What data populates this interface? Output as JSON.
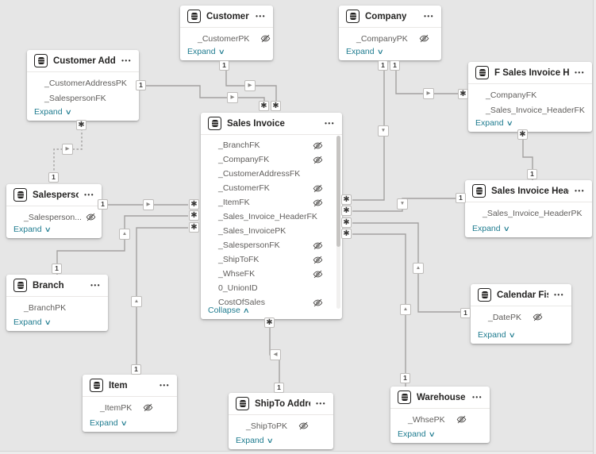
{
  "glyphs": {
    "one": "1",
    "many": "✱",
    "arrow_right": "▶",
    "arrow_left": "◀",
    "arrow_up": "▲",
    "arrow_down": "▼",
    "more": "•••",
    "chevron_down": "∨",
    "chevron_up": "∧"
  },
  "colors": {
    "canvas_bg": "#e6e6e6",
    "card_bg": "#ffffff",
    "accent_link": "#1e7b8f",
    "relationship_line": "#a3a1a0",
    "title_text": "#252423",
    "field_text": "#605e5c"
  },
  "icons": {
    "table_icon": "table-icon",
    "hidden_field_icon": "eye-off-icon"
  },
  "tables": [
    {
      "title": "Customer",
      "footer_label": "Expand",
      "fields": [
        {
          "name": "_CustomerPK",
          "hidden": true
        }
      ]
    },
    {
      "title": "Company",
      "footer_label": "Expand",
      "fields": [
        {
          "name": "_CompanyPK",
          "hidden": true
        }
      ]
    },
    {
      "title": "Customer Address",
      "footer_label": "Expand",
      "fields": [
        {
          "name": "_CustomerAddressPK",
          "hidden": false
        },
        {
          "name": "_SalespersonFK",
          "hidden": false
        }
      ]
    },
    {
      "title": "F Sales Invoice Header",
      "footer_label": "Expand",
      "fields": [
        {
          "name": "_CompanyFK",
          "hidden": false
        },
        {
          "name": "_Sales_Invoice_HeaderFK",
          "hidden": false
        }
      ]
    },
    {
      "title": "Sales Invoice",
      "footer_label": "Collapse",
      "fields": [
        {
          "name": "_BranchFK",
          "hidden": true
        },
        {
          "name": "_CompanyFK",
          "hidden": true
        },
        {
          "name": "_CustomerAddressFK",
          "hidden": false
        },
        {
          "name": "_CustomerFK",
          "hidden": true
        },
        {
          "name": "_ItemFK",
          "hidden": true
        },
        {
          "name": "_Sales_Invoice_HeaderFK",
          "hidden": false
        },
        {
          "name": "_Sales_InvoicePK",
          "hidden": false
        },
        {
          "name": "_SalespersonFK",
          "hidden": true
        },
        {
          "name": "_ShipToFK",
          "hidden": true
        },
        {
          "name": "_WhseFK",
          "hidden": true
        },
        {
          "name": "0_UnionID",
          "hidden": false
        },
        {
          "name": "CostOfSales",
          "hidden": true
        }
      ]
    },
    {
      "title": "Salesperson",
      "footer_label": "Expand",
      "fields": [
        {
          "name": "_Salesperson...",
          "hidden": true
        }
      ]
    },
    {
      "title": "Branch",
      "footer_label": "Expand",
      "fields": [
        {
          "name": "_BranchPK",
          "hidden": false
        }
      ]
    },
    {
      "title": "Item",
      "footer_label": "Expand",
      "fields": [
        {
          "name": "_ItemPK",
          "hidden": true
        }
      ]
    },
    {
      "title": "ShipTo Address",
      "footer_label": "Expand",
      "fields": [
        {
          "name": "_ShipToPK",
          "hidden": true
        }
      ]
    },
    {
      "title": "Warehouse",
      "footer_label": "Expand",
      "fields": [
        {
          "name": "_WhsePK",
          "hidden": true
        }
      ]
    },
    {
      "title": "Sales Invoice Header",
      "footer_label": "Expand",
      "fields": [
        {
          "name": "_Sales_Invoice_HeaderPK",
          "hidden": false
        }
      ]
    },
    {
      "title": "Calendar Fiscal",
      "footer_label": "Expand",
      "fields": [
        {
          "name": "_DatePK",
          "hidden": true
        }
      ]
    }
  ],
  "relationships": [
    {
      "from": "Customer",
      "from_card": "1",
      "to": "Sales Invoice",
      "to_card": "*",
      "active": true
    },
    {
      "from": "Customer Address",
      "from_card": "1",
      "to": "Sales Invoice",
      "to_card": "*",
      "active": true
    },
    {
      "from": "Company",
      "from_card": "1",
      "to": "Sales Invoice",
      "to_card": "*",
      "active": true
    },
    {
      "from": "Company",
      "from_card": "1",
      "to": "F Sales Invoice Header",
      "to_card": "*",
      "active": true
    },
    {
      "from": "Sales Invoice Header",
      "from_card": "1",
      "to": "F Sales Invoice Header",
      "to_card": "*",
      "active": true
    },
    {
      "from": "Sales Invoice Header",
      "from_card": "1",
      "to": "Sales Invoice",
      "to_card": "*",
      "active": true
    },
    {
      "from": "Salesperson",
      "from_card": "1",
      "to": "Sales Invoice",
      "to_card": "*",
      "active": true
    },
    {
      "from": "Branch",
      "from_card": "1",
      "to": "Sales Invoice",
      "to_card": "*",
      "active": true
    },
    {
      "from": "Item",
      "from_card": "1",
      "to": "Sales Invoice",
      "to_card": "*",
      "active": true
    },
    {
      "from": "Calendar Fiscal",
      "from_card": "1",
      "to": "Sales Invoice",
      "to_card": "*",
      "active": true
    },
    {
      "from": "Warehouse",
      "from_card": "1",
      "to": "Sales Invoice",
      "to_card": "*",
      "active": true
    },
    {
      "from": "ShipTo Address",
      "from_card": "1",
      "to": "Sales Invoice",
      "to_card": "*",
      "active": true
    },
    {
      "from": "Salesperson",
      "from_card": "1",
      "to": "Customer Address",
      "to_card": "*",
      "active": false
    }
  ]
}
